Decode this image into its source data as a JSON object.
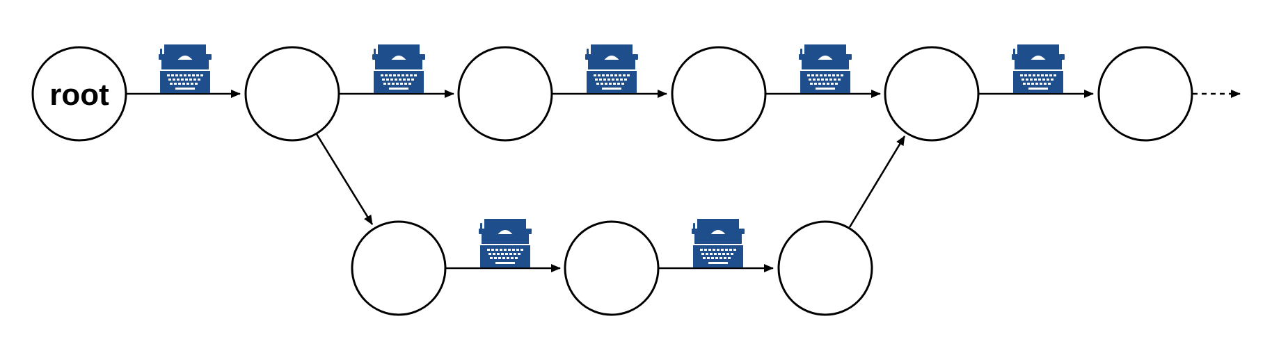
{
  "diagram": {
    "root_label": "root",
    "line_color": "#000000",
    "icon_color": "#1f4e8c",
    "icon_name": "typewriter-icon",
    "nodes": [
      {
        "id": "root",
        "label": "root"
      },
      {
        "id": "n1",
        "label": ""
      },
      {
        "id": "n2",
        "label": ""
      },
      {
        "id": "n3",
        "label": ""
      },
      {
        "id": "n4",
        "label": ""
      },
      {
        "id": "n5",
        "label": ""
      },
      {
        "id": "b1",
        "label": ""
      },
      {
        "id": "b2",
        "label": ""
      },
      {
        "id": "b3",
        "label": ""
      }
    ],
    "edges": [
      {
        "from": "root",
        "to": "n1",
        "icon": true
      },
      {
        "from": "n1",
        "to": "n2",
        "icon": true
      },
      {
        "from": "n2",
        "to": "n3",
        "icon": true
      },
      {
        "from": "n3",
        "to": "n4",
        "icon": true
      },
      {
        "from": "n4",
        "to": "n5",
        "icon": true
      },
      {
        "from": "n1",
        "to": "b1",
        "icon": false
      },
      {
        "from": "b1",
        "to": "b2",
        "icon": true
      },
      {
        "from": "b2",
        "to": "b3",
        "icon": true
      },
      {
        "from": "b3",
        "to": "n4",
        "icon": false
      },
      {
        "from": "n5",
        "to": "continuation",
        "icon": false,
        "style": "dashed"
      }
    ]
  }
}
